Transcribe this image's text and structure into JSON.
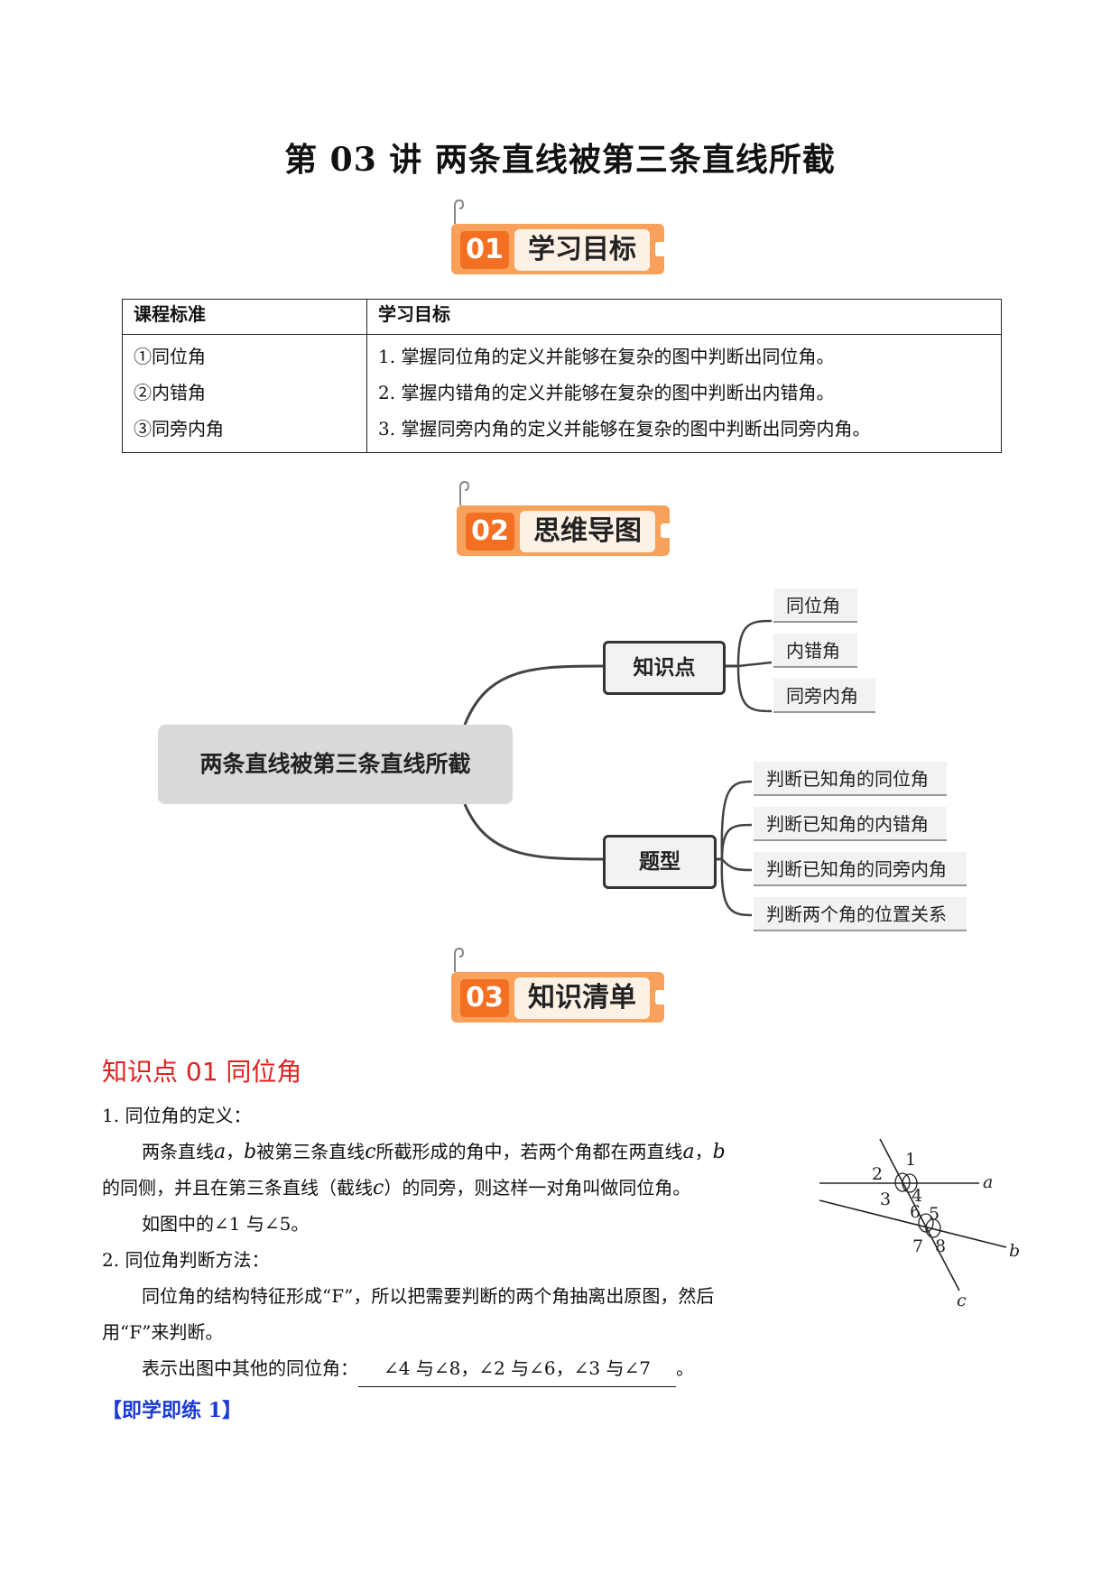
{
  "title": "第 03 讲  两条直线被第三条直线所截",
  "sections": [
    {
      "num": "01",
      "label": "学习目标"
    },
    {
      "num": "02",
      "label": "思维导图"
    },
    {
      "num": "03",
      "label": "知识清单"
    }
  ],
  "goals_table": {
    "headers": [
      "课程标准",
      "学习目标"
    ],
    "standards": [
      "①同位角",
      "②内错角",
      "③同旁内角"
    ],
    "objectives": [
      "1. 掌握同位角的定义并能够在复杂的图中判断出同位角。",
      "2. 掌握内错角的定义并能够在复杂的图中判断出内错角。",
      "3. 掌握同旁内角的定义并能够在复杂的图中判断出同旁内角。"
    ]
  },
  "mindmap": {
    "root": "两条直线被第三条直线所截",
    "branches": [
      {
        "label": "知识点",
        "leaves": [
          "同位角",
          "内错角",
          "同旁内角"
        ]
      },
      {
        "label": "题型",
        "leaves": [
          "判断已知角的同位角",
          "判断已知角的内错角",
          "判断已知角的同旁内角",
          "判断两个角的位置关系"
        ]
      }
    ]
  },
  "knowledge": {
    "point_title": "知识点 01  同位角",
    "def_heading": "1. 同位角的定义：",
    "def_p1_a": "两条直线",
    "var_a": "a",
    "comma": "，",
    "var_b": "b",
    "def_p1_b": "被第三条直线",
    "var_c": "c",
    "def_p1_c": "所截形成的角中，若两个角都在两直线",
    "def_p2_a": "的同侧，并且在第三条直线（截线",
    "def_p2_b": "）的同旁，则这样一对角叫做同位角。",
    "example": "如图中的∠1 与∠5。",
    "method_heading": "2.  同位角判断方法：",
    "method_p1": "同位角的结构特征形成“F”，所以把需要判断的两个角抽离出原图，然后",
    "method_p2": "用“F”来判断。",
    "others_prefix": "表示出图中其他的同位角：",
    "others_answer": "∠4 与∠8，∠2 与∠6，∠3 与∠7",
    "others_suffix": "。",
    "practice_label": "【即学即练 1】"
  },
  "figure": {
    "line_labels": [
      "a",
      "b",
      "c"
    ],
    "angle_labels": [
      "1",
      "2",
      "3",
      "4",
      "5",
      "6",
      "7",
      "8"
    ]
  }
}
